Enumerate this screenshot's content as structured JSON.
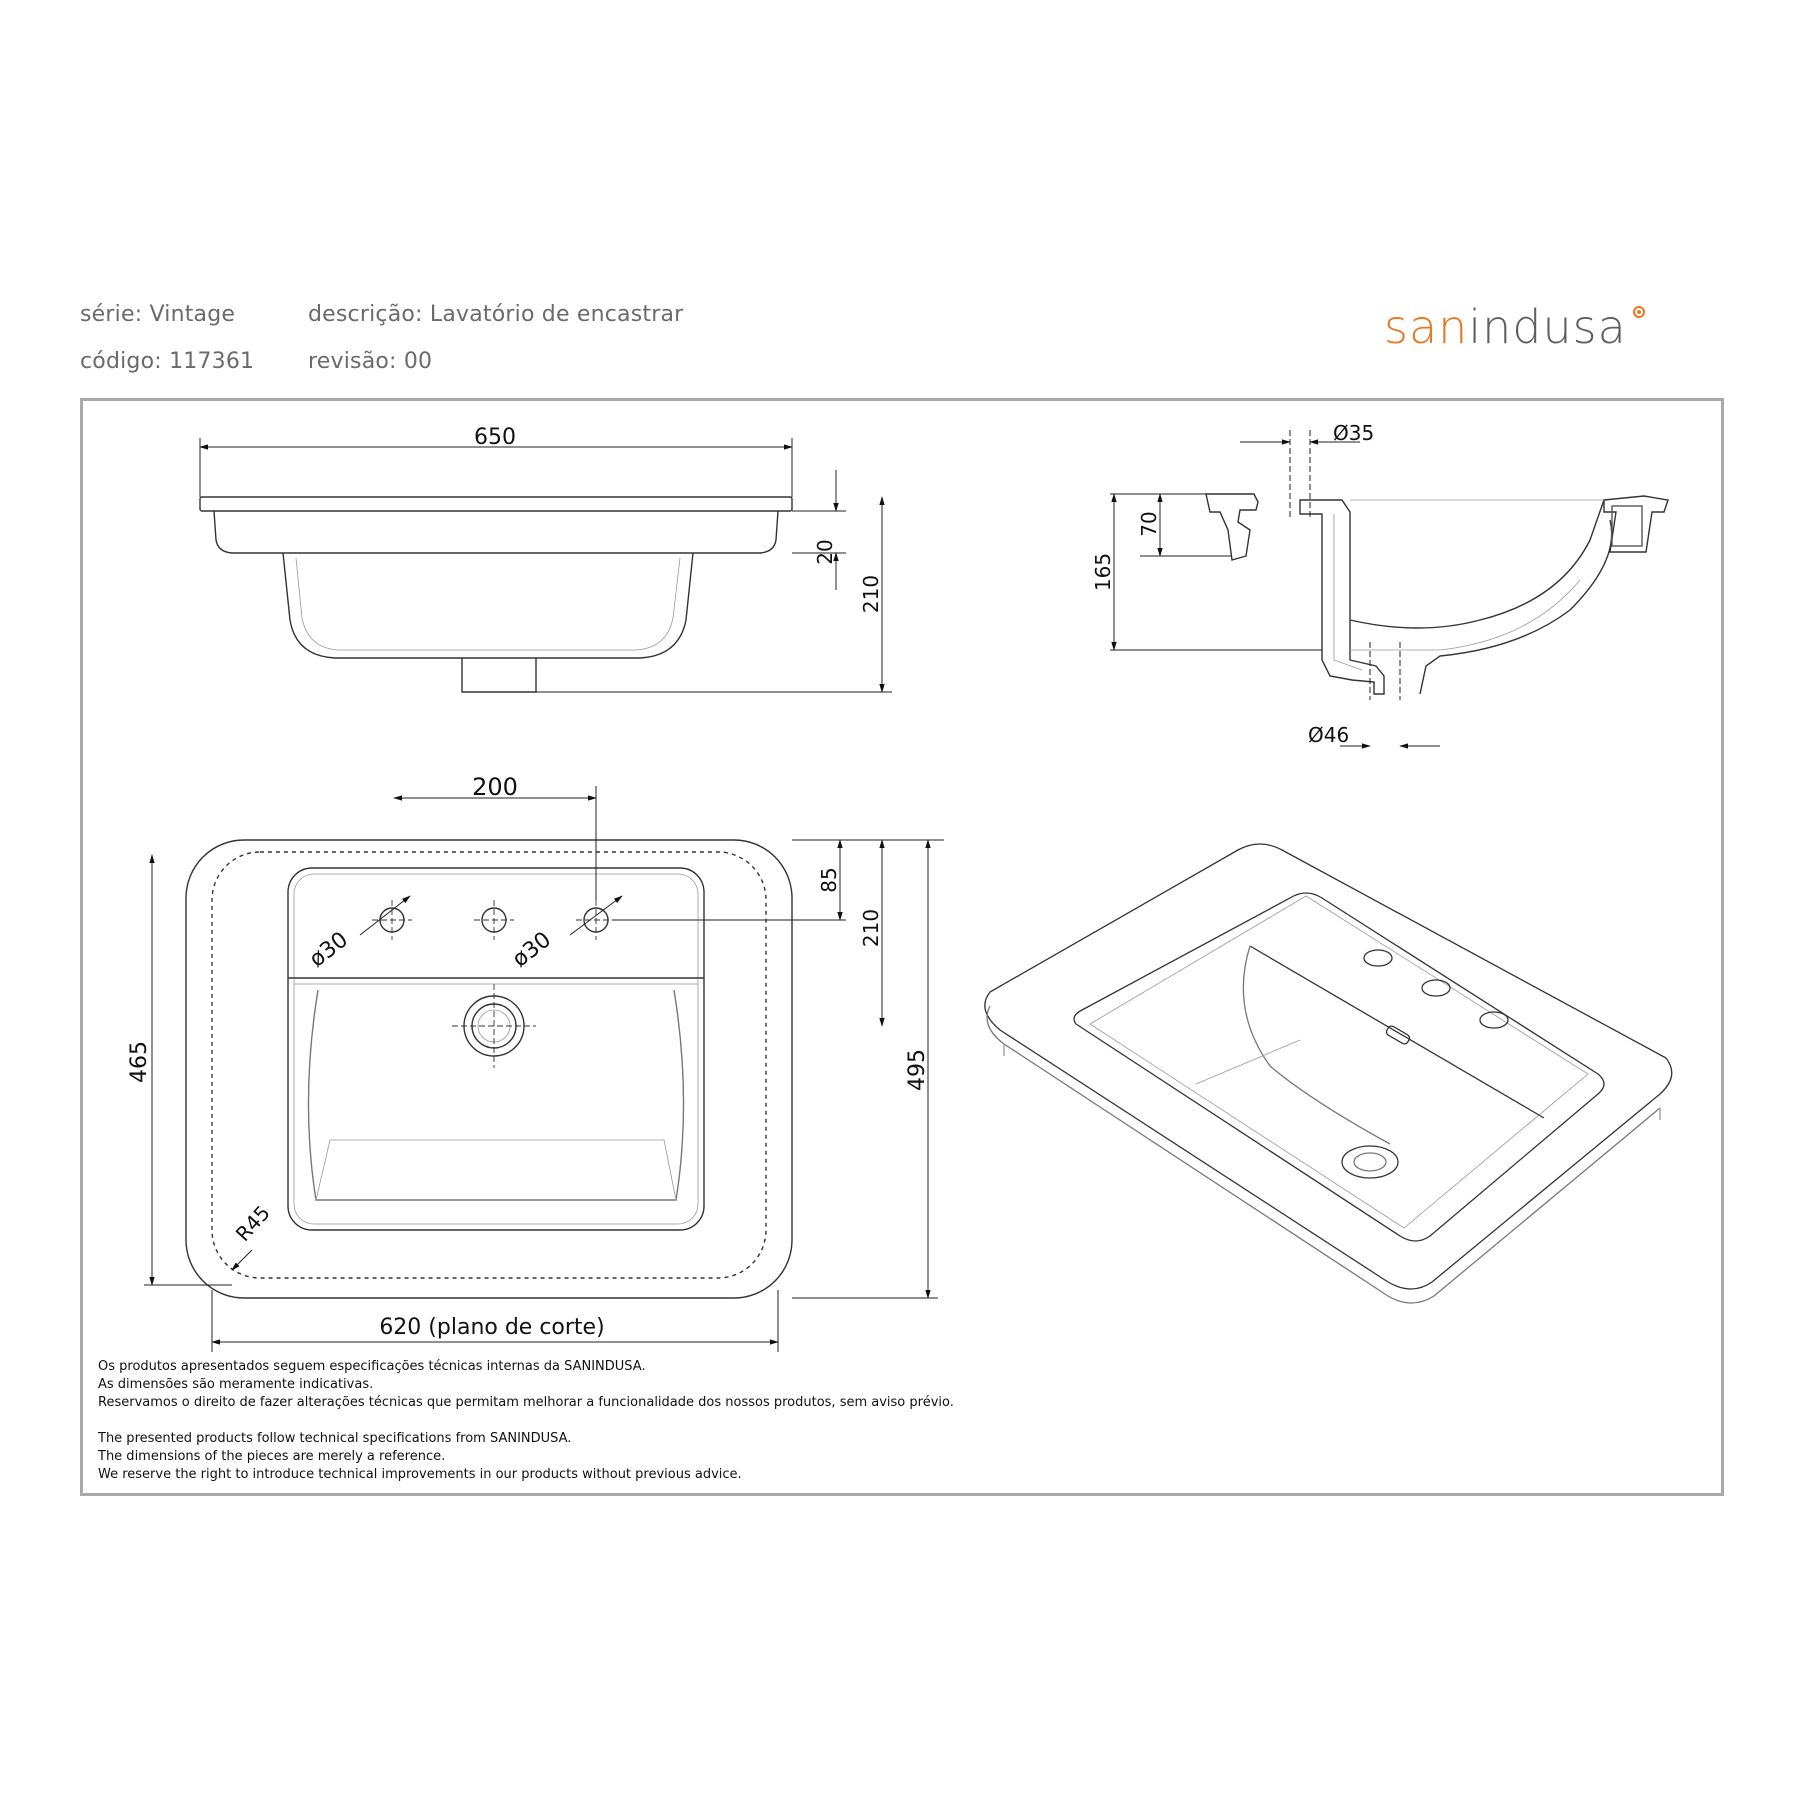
{
  "header": {
    "serie": "série: Vintage",
    "codigo": "código: 117361",
    "descricao": "descrição: Lavatório de encastrar",
    "revisao": "revisão: 00"
  },
  "logo": {
    "part1": "san",
    "part2": "indusa"
  },
  "dimensions": {
    "width_top": "650",
    "rim": "20",
    "height_total": "210",
    "drain_dia": "Ø35",
    "section_70": "70",
    "section_165": "165",
    "outlet_dia": "Ø46",
    "tap_spacing": "200",
    "tap_offset": "85",
    "plan_210": "210",
    "hole_left": "ø30",
    "hole_right": "ø30",
    "plan_465": "465",
    "plan_495": "495",
    "radius": "R45",
    "cut_plane": "620 (plano de corte)"
  },
  "notes": {
    "pt": [
      "Os produtos apresentados seguem especificações técnicas internas da SANINDUSA.",
      "As dimensões são meramente indicativas.",
      "Reservamos o direito de fazer alterações técnicas que permitam melhorar a funcionalidade dos nossos produtos, sem aviso prévio."
    ],
    "en": [
      "The presented products follow technical specifications from SANINDUSA.",
      "The dimensions of the pieces are merely a reference.",
      "We reserve the right to introduce technical improvements in our products without previous advice."
    ]
  }
}
